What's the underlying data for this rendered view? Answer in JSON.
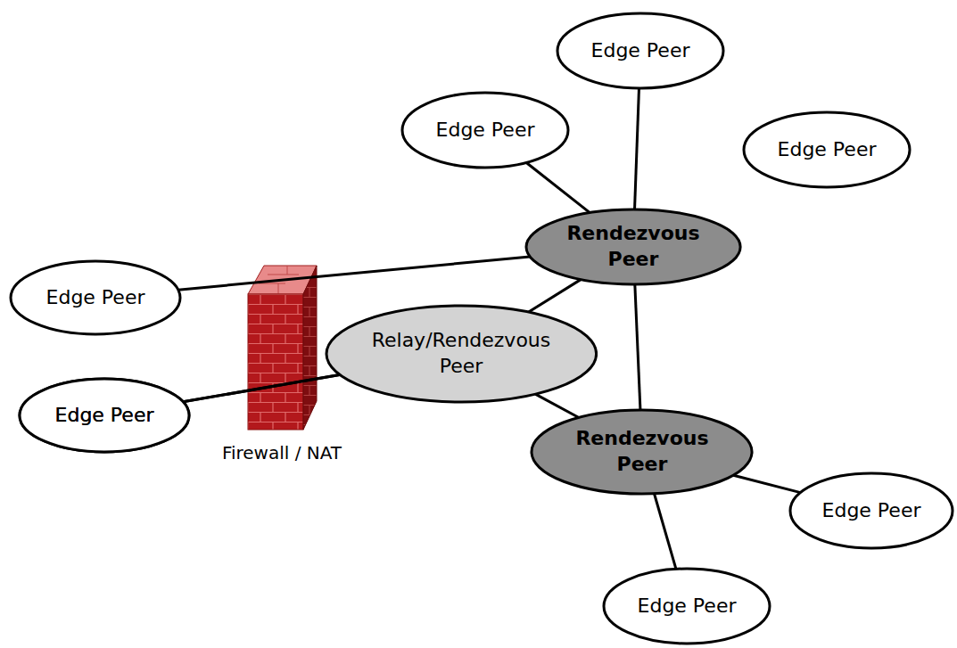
{
  "diagram": {
    "nodes": [
      {
        "text": [
          "Edge Peer"
        ]
      },
      {
        "text": [
          "Edge Peer"
        ]
      },
      {
        "text": [
          "Edge Peer"
        ]
      },
      {
        "text": [
          "Edge Peer"
        ]
      },
      {
        "text": [
          "Rendezvous Peer"
        ]
      },
      {
        "text": [
          "Edge Peer"
        ]
      },
      {
        "text": [
          "Relay/Rendezvous Peer"
        ]
      },
      {
        "text": [
          "Edge Peer"
        ]
      },
      {
        "text": [
          "Rendezvous Peer"
        ]
      },
      {
        "text": [
          "Edge Peer"
        ]
      },
      {
        "text": [
          "Edge Peer"
        ]
      }
    ],
    "edges": [
      {
        "from": 1,
        "to": 4,
        "arrow": "none"
      },
      {
        "from": 0,
        "to": 4,
        "arrow": "none"
      },
      {
        "from": 2,
        "to": 4,
        "arrow": "none"
      },
      {
        "from": 3,
        "to": 6,
        "arrow": "none"
      },
      {
        "from": 7,
        "to": 6,
        "arrow": "none"
      },
      {
        "from": 6,
        "to": 4,
        "arrow": "none"
      },
      {
        "from": 6,
        "to": 8,
        "arrow": "none"
      },
      {
        "from": 4,
        "to": 8,
        "arrow": "none"
      },
      {
        "from": 8,
        "to": 9,
        "arrow": "none"
      },
      {
        "from": 8,
        "to": 10,
        "arrow": "none"
      }
    ],
    "labels": [
      "Firewall / NAT"
    ]
  }
}
